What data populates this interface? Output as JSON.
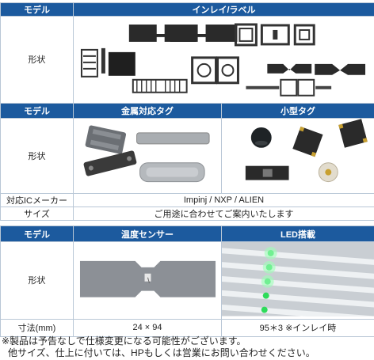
{
  "table1": {
    "col_model": "モデル",
    "col_inlay": "インレイ/ラベル",
    "row_shape": "形状",
    "col_metal": "金属対応タグ",
    "col_small": "小型タグ",
    "row_maker": "対応ICメーカー",
    "maker_value": "Impinj / NXP / ALIEN",
    "row_size": "サイズ",
    "size_value": "ご用途に合わせてご案内いたします"
  },
  "table2": {
    "col_model": "モデル",
    "col_temp": "温度センサー",
    "col_led": "LED搭載",
    "row_shape": "形状",
    "row_dim": "寸法(mm)",
    "dim_temp": "24 × 94",
    "dim_led": "95＊3 ※インレイ時"
  },
  "notes": [
    "※製品は予告なしで仕様変更になる可能性がございます。",
    "他サイズ、仕上に付いては、HPもしくは営業にお問い合わせください。"
  ],
  "colors": {
    "header": "#1c5a9e",
    "border": "#b9c7d6"
  }
}
